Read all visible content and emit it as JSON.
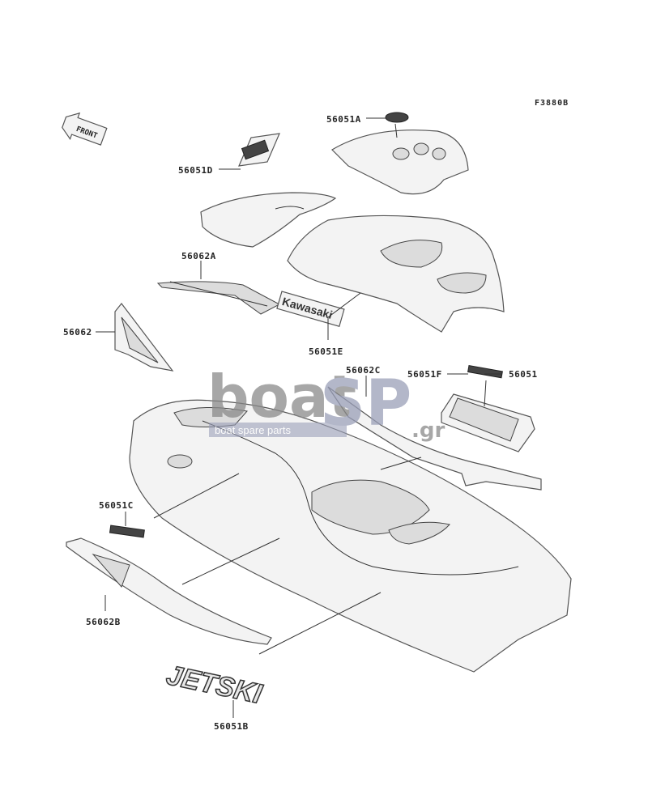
{
  "figure_code": "F3880B",
  "front_label": "FRONT",
  "watermark": {
    "brand_a": "boat",
    "brand_b": "SP",
    "suffix": ".gr",
    "tagline": "boat spare parts"
  },
  "decal_texts": {
    "kawasaki": "Kawasaki",
    "jetski": "JETSKI"
  },
  "parts": [
    {
      "id": "56051A"
    },
    {
      "id": "56051D"
    },
    {
      "id": "56062A"
    },
    {
      "id": "56062"
    },
    {
      "id": "56051E"
    },
    {
      "id": "56062C"
    },
    {
      "id": "56051F"
    },
    {
      "id": "56051"
    },
    {
      "id": "56051C"
    },
    {
      "id": "56062B"
    },
    {
      "id": "56051B"
    }
  ],
  "colors": {
    "line": "#555555",
    "fill": "#f3f3f3",
    "watermark": "#8a8a8a"
  }
}
